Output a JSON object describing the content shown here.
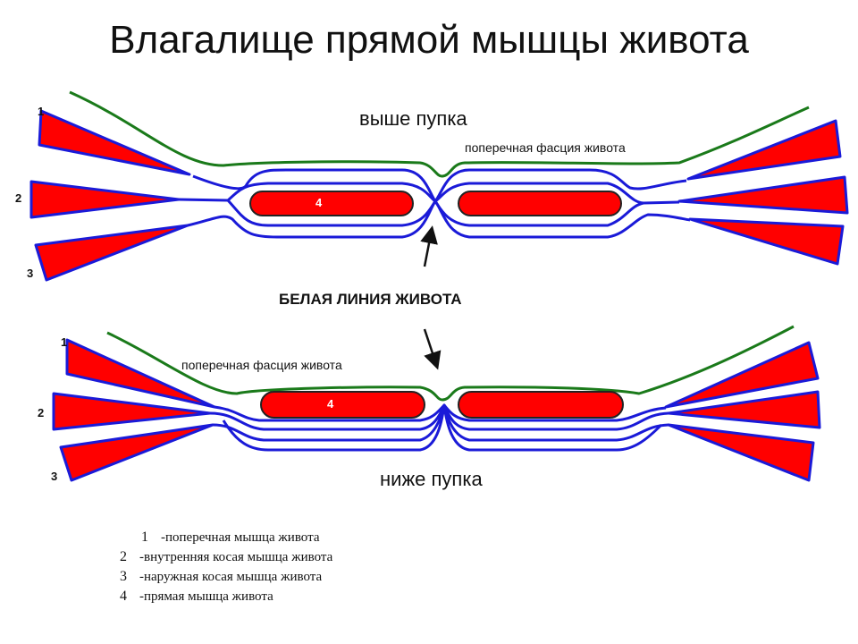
{
  "title": "Влагалище прямой мышцы живота",
  "top": {
    "label": "выше пупка",
    "fascia": "поперечная фасция живота",
    "muscle_label": "4",
    "numbers": [
      "1",
      "2",
      "3"
    ]
  },
  "middle": {
    "label": "БЕЛАЯ ЛИНИЯ ЖИВОТА"
  },
  "bottom": {
    "label": "ниже пупка",
    "fascia": "поперечная фасция живота",
    "muscle_label": "4",
    "numbers": [
      "1",
      "2",
      "3"
    ]
  },
  "legend": [
    {
      "num": "1",
      "text": "-поперечная мышца живота"
    },
    {
      "num": "2",
      "text": "-внутренняя косая мышца живота"
    },
    {
      "num": "3",
      "text": "-наружная косая мышца живота"
    },
    {
      "num": "4",
      "text": "-прямая мышца живота"
    }
  ],
  "colors": {
    "muscle": "#ff0000",
    "fascia_blue": "#1a1ad8",
    "fascia_green": "#1a7a1a"
  }
}
